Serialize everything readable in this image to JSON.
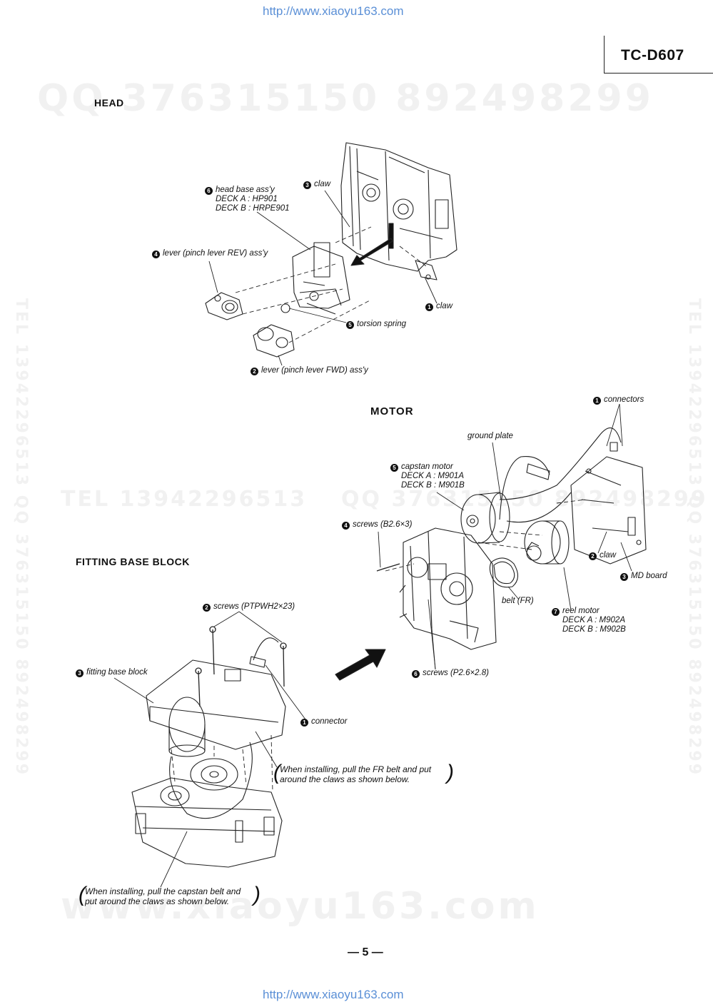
{
  "header": {
    "url_top": "http://www.xiaoyu163.com",
    "model": "TC-D607"
  },
  "watermarks": {
    "qq_top": "QQ 376315150   892498299",
    "tel_mid": "TEL 13942296513",
    "qq_mid": "QQ 376315150   892498299",
    "site": "www.xiaoyu163.com",
    "vertical": "TEL 13942296513  QQ 376315150  892498299"
  },
  "head_section": {
    "title": "HEAD",
    "labels": {
      "head_base": {
        "num": "6",
        "lines": [
          "head base ass'y",
          "DECK A : HP901",
          "DECK B : HRPE901"
        ]
      },
      "claw_3": {
        "num": "3",
        "text": "claw"
      },
      "lever_rev": {
        "num": "4",
        "text": "lever (pinch lever REV) ass'y"
      },
      "claw_1": {
        "num": "1",
        "text": "claw"
      },
      "torsion": {
        "num": "5",
        "text": "torsion spring"
      },
      "lever_fwd": {
        "num": "2",
        "text": "lever (pinch lever FWD) ass'y"
      }
    }
  },
  "motor_section": {
    "title": "MOTOR",
    "labels": {
      "connectors": {
        "num": "1",
        "text": "connectors"
      },
      "ground_plate": {
        "text": "ground plate"
      },
      "capstan": {
        "num": "5",
        "lines": [
          "capstan motor",
          "DECK A : M901A",
          "DECK B : M901B"
        ]
      },
      "screws_b": {
        "num": "4",
        "text": "screws (B2.6×3)"
      },
      "claw_2": {
        "num": "2",
        "text": "claw"
      },
      "md_board": {
        "num": "3",
        "text": "MD board"
      },
      "belt_fr": {
        "text": "belt (FR)"
      },
      "reel_motor": {
        "num": "7",
        "lines": [
          "reel motor",
          "DECK A : M902A",
          "DECK B : M902B"
        ]
      },
      "screws_p": {
        "num": "6",
        "text": "screws (P2.6×2.8)"
      }
    }
  },
  "fitting_section": {
    "title": "FITTING BASE BLOCK",
    "labels": {
      "screws_ptp": {
        "num": "2",
        "text": "screws (PTPWH2×23)"
      },
      "fitting_block": {
        "num": "3",
        "text": "fitting base block"
      },
      "connector": {
        "num": "1",
        "text": "connector"
      }
    },
    "notes": {
      "fr_belt": [
        "When installing, pull the FR belt and put",
        "around the claws as shown below."
      ],
      "capstan_belt": [
        "When installing, pull the capstan belt and",
        "put around the claws as shown below."
      ]
    }
  },
  "footer": {
    "page_number": "— 5 —",
    "url_bottom": "http://www.xiaoyu163.com"
  }
}
